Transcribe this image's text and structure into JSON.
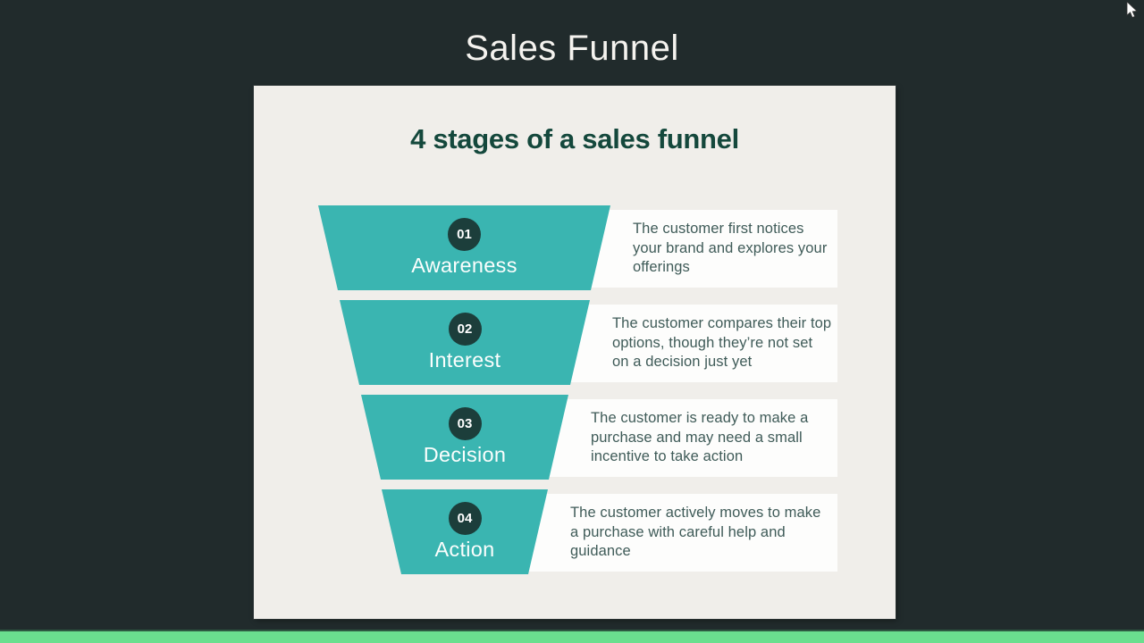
{
  "page": {
    "title": "Sales Funnel"
  },
  "card": {
    "heading": "4 stages of a sales funnel"
  },
  "funnel": {
    "stages": [
      {
        "number": "01",
        "label": "Awareness",
        "description": "The customer first notices your brand and explores your offerings"
      },
      {
        "number": "02",
        "label": "Interest",
        "description": "The customer compares their top options, though they’re not set on a decision just yet"
      },
      {
        "number": "03",
        "label": "Decision",
        "description": "The customer is ready to make a purchase and may need a small incentive to take action"
      },
      {
        "number": "04",
        "label": "Action",
        "description": "The customer actively moves to make a purchase with careful help and guidance"
      }
    ]
  },
  "colors": {
    "background": "#212b2c",
    "card_background": "#f0eeea",
    "funnel_teal": "#3ab5b1",
    "badge_dark": "#1c3e3b",
    "heading_green": "#14483c",
    "description_text": "#3f5b58",
    "bottom_bar_green": "#6adf8e",
    "title_text": "#f5f3ef"
  }
}
